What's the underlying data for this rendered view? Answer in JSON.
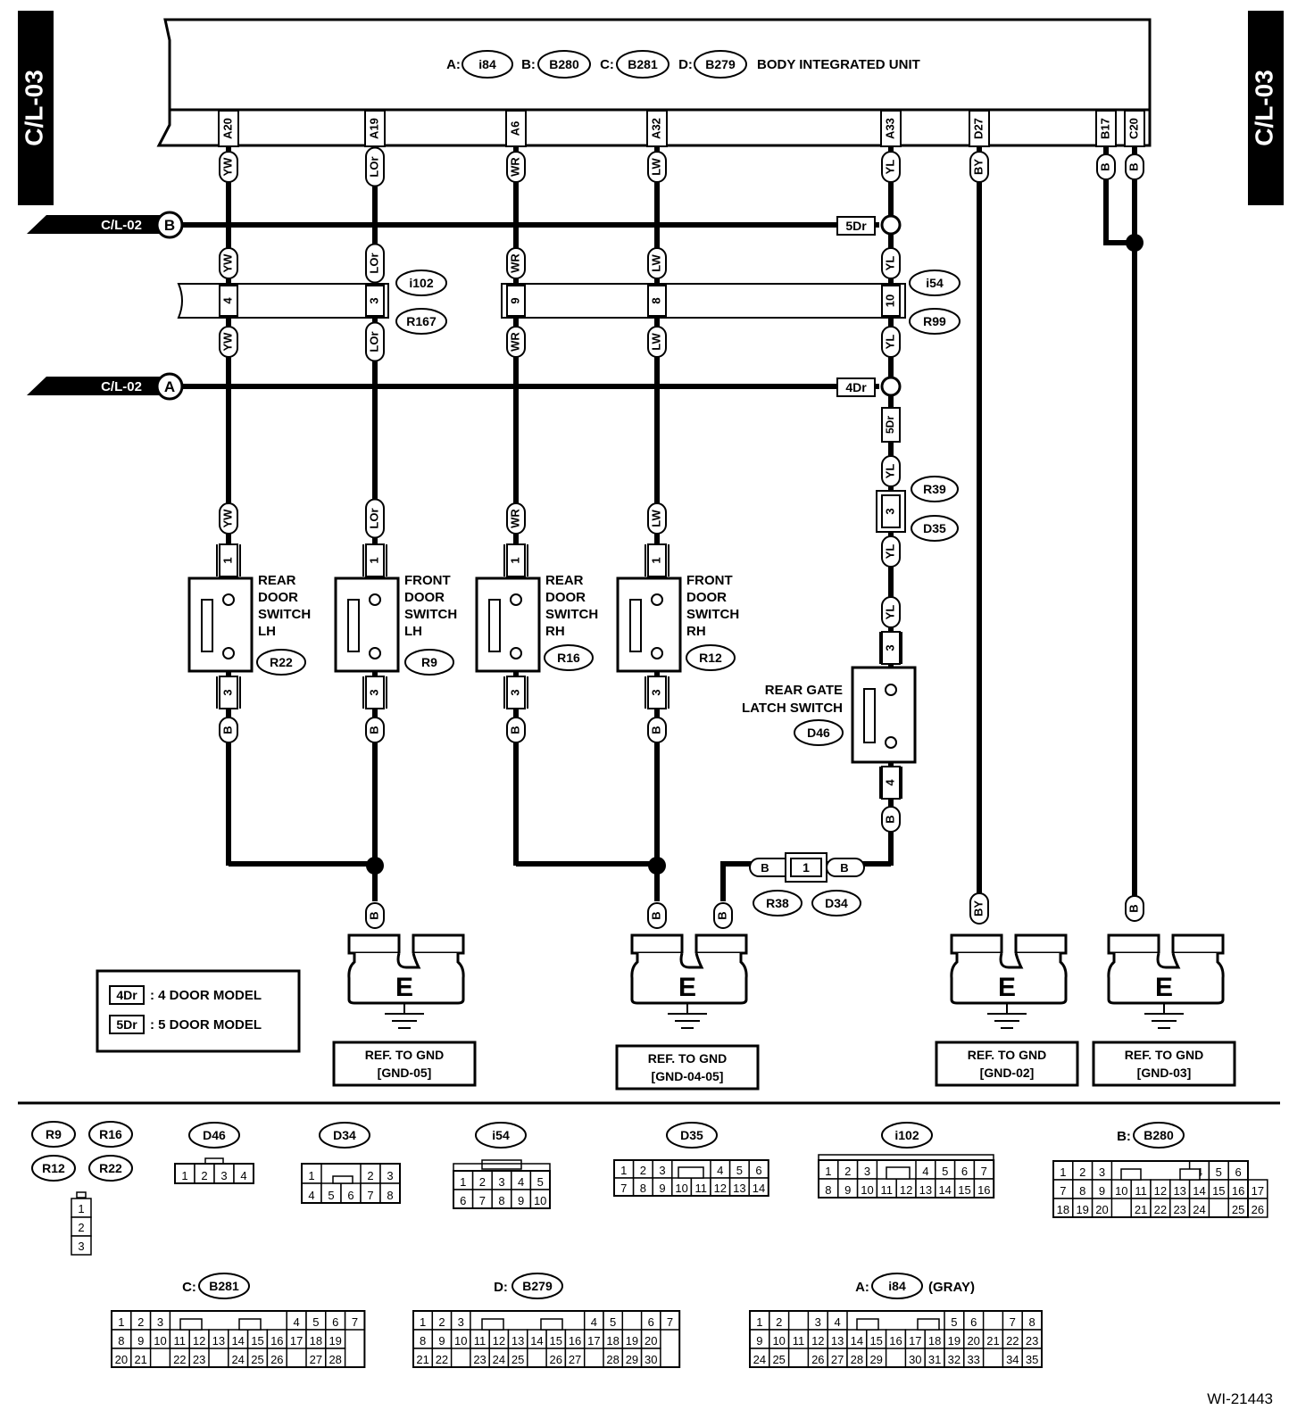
{
  "page_label": "C/L-03",
  "diagram_id": "WI-21443",
  "unit": {
    "title": "BODY INTEGRATED UNIT",
    "connectors": [
      {
        "prefix": "A:",
        "id": "i84"
      },
      {
        "prefix": "B:",
        "id": "B280"
      },
      {
        "prefix": "C:",
        "id": "B281"
      },
      {
        "prefix": "D:",
        "id": "B279"
      }
    ],
    "pins": [
      "A20",
      "A19",
      "A6",
      "A32",
      "A33",
      "D27",
      "B17",
      "C20"
    ]
  },
  "offpage": [
    {
      "text": "C/L-02",
      "letter": "B",
      "tag": "5Dr"
    },
    {
      "text": "C/L-02",
      "letter": "A",
      "tag": "4Dr"
    }
  ],
  "wires": {
    "yw": "YW",
    "lor": "LOr",
    "wr": "WR",
    "lw": "LW",
    "yl": "YL",
    "by": "BY",
    "b": "B"
  },
  "harness_connectors": {
    "left_pins": [
      "4",
      "3"
    ],
    "left_ids": [
      "i102",
      "R167"
    ],
    "right_pins": [
      "9",
      "8",
      "10"
    ],
    "right_ids": [
      "i54",
      "R99"
    ],
    "r39": "R39",
    "d35": "D35",
    "mid_pin": "3",
    "tag_5dr": "5Dr"
  },
  "switches": [
    {
      "lines": [
        "REAR",
        "DOOR",
        "SWITCH",
        "LH"
      ],
      "id": "R22"
    },
    {
      "lines": [
        "FRONT",
        "DOOR",
        "SWITCH",
        "LH"
      ],
      "id": "R9"
    },
    {
      "lines": [
        "REAR",
        "DOOR",
        "SWITCH",
        "RH"
      ],
      "id": "R16"
    },
    {
      "lines": [
        "FRONT",
        "DOOR",
        "SWITCH",
        "RH"
      ],
      "id": "R12"
    }
  ],
  "switch_pins": {
    "top": "1",
    "bottom": "3"
  },
  "rear_gate": {
    "lines": [
      "REAR GATE",
      "LATCH SWITCH"
    ],
    "id": "D46",
    "pin_top": "3",
    "pin_bottom": "4"
  },
  "inline": {
    "pin": "1",
    "ids": [
      "R38",
      "D34"
    ]
  },
  "grounds": [
    {
      "label": "E",
      "ref": [
        "REF. TO GND",
        "[GND-05]"
      ]
    },
    {
      "label": "E",
      "ref": [
        "REF. TO GND",
        "[GND-04-05]"
      ]
    },
    {
      "label": "E",
      "ref": [
        "REF. TO GND",
        "[GND-02]"
      ]
    },
    {
      "label": "E",
      "ref": [
        "REF. TO GND",
        "[GND-03]"
      ]
    }
  ],
  "legend": [
    {
      "tag": "4Dr",
      "desc": ": 4 DOOR MODEL"
    },
    {
      "tag": "5Dr",
      "desc": ": 5 DOOR MODEL"
    }
  ],
  "connector_views": {
    "r_group": [
      "R9",
      "R16",
      "R12",
      "R22"
    ],
    "r_pins": [
      "1",
      "2",
      "3"
    ],
    "d46": {
      "id": "D46",
      "rows": [
        [
          "1",
          "2",
          "3",
          "4"
        ]
      ]
    },
    "d34": {
      "id": "D34",
      "rows": [
        [
          "1",
          "",
          "",
          "2",
          "3"
        ],
        [
          "4",
          "5",
          "6",
          "7",
          "8"
        ]
      ]
    },
    "i54": {
      "id": "i54",
      "rows": [
        [
          "1",
          "2",
          "3",
          "4",
          "5"
        ],
        [
          "6",
          "7",
          "8",
          "9",
          "10"
        ]
      ]
    },
    "d35": {
      "id": "D35",
      "rows": [
        [
          "1",
          "2",
          "3",
          "",
          "",
          "4",
          "5",
          "6"
        ],
        [
          "7",
          "8",
          "9",
          "10",
          "11",
          "12",
          "13",
          "14"
        ]
      ]
    },
    "i102": {
      "id": "i102",
      "rows": [
        [
          "1",
          "2",
          "3",
          "",
          "",
          "4",
          "5",
          "6",
          "7"
        ],
        [
          "8",
          "9",
          "10",
          "11",
          "12",
          "13",
          "14",
          "15",
          "16"
        ]
      ]
    },
    "b280": {
      "prefix": "B:",
      "id": "B280",
      "rows": [
        [
          "1",
          "2",
          "3",
          "",
          "",
          "",
          "",
          "4",
          "5",
          "6"
        ],
        [
          "7",
          "8",
          "9",
          "10",
          "11",
          "12",
          "13",
          "14",
          "15",
          "16",
          "17"
        ],
        [
          "18",
          "19",
          "20",
          "",
          "21",
          "22",
          "23",
          "24",
          "",
          "25",
          "26"
        ]
      ]
    },
    "b281": {
      "prefix": "C:",
      "id": "B281",
      "rows": [
        [
          "1",
          "2",
          "3",
          "",
          "",
          "",
          "",
          "",
          "",
          "4",
          "5",
          "6",
          "7"
        ],
        [
          "8",
          "9",
          "10",
          "11",
          "12",
          "13",
          "14",
          "15",
          "16",
          "17",
          "18",
          "19"
        ],
        [
          "20",
          "21",
          "",
          "22",
          "23",
          "",
          "24",
          "25",
          "26",
          "",
          "27",
          "28"
        ]
      ]
    },
    "b279": {
      "prefix": "D:",
      "id": "B279",
      "rows": [
        [
          "1",
          "2",
          "3",
          "",
          "",
          "",
          "",
          "",
          "",
          "4",
          "5",
          "",
          "6",
          "7"
        ],
        [
          "8",
          "9",
          "10",
          "11",
          "12",
          "13",
          "14",
          "15",
          "16",
          "17",
          "18",
          "19",
          "20"
        ],
        [
          "21",
          "22",
          "",
          "23",
          "24",
          "25",
          "",
          "26",
          "27",
          "",
          "28",
          "29",
          "30"
        ]
      ]
    },
    "i84": {
      "prefix": "A:",
      "id": "i84",
      "note": "(GRAY)",
      "rows": [
        [
          "1",
          "2",
          "",
          "3",
          "4",
          "",
          "",
          "",
          "",
          "",
          "5",
          "6",
          "",
          "7",
          "8"
        ],
        [
          "9",
          "10",
          "11",
          "12",
          "13",
          "14",
          "15",
          "16",
          "17",
          "18",
          "19",
          "20",
          "21",
          "22",
          "23"
        ],
        [
          "24",
          "25",
          "",
          "26",
          "27",
          "28",
          "29",
          "",
          "30",
          "31",
          "32",
          "33",
          "",
          "34",
          "35"
        ]
      ]
    }
  }
}
